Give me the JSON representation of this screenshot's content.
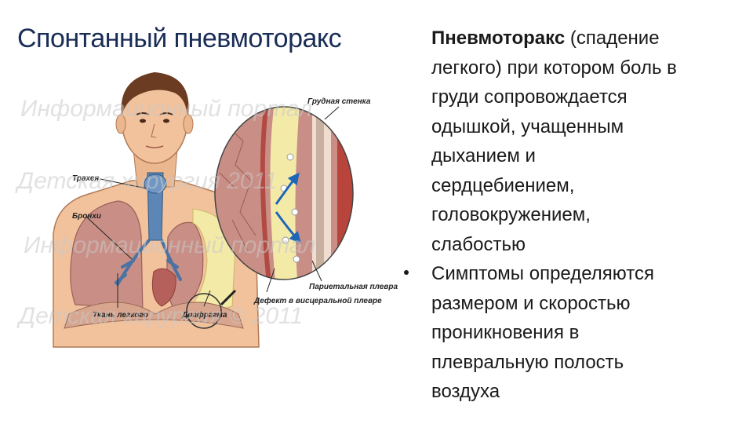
{
  "title": "Спонтанный пневмоторакс",
  "figure": {
    "labels": {
      "chest_wall": "Грудная стенка",
      "trachea": "Трахея",
      "bronchi": "Бронхи",
      "parietal_pleura": "Париетальная плевра",
      "visceral_defect": "Дефект в висцеральной плевре",
      "lung_tissue": "Ткань легкого",
      "diaphragm": "Диафрагма"
    },
    "watermark_lines": [
      "Информационный портал",
      "Детская хирургия 2011",
      "Информационный портал",
      "Детская хирургия © 2011"
    ]
  },
  "paragraphs": [
    {
      "bold": "Пневмоторакс",
      "rest_lines": [
        " (спадение",
        "легкого) при котором боль в",
        "груди сопровождается",
        "одышкой, учащенным",
        "дыханием и",
        "сердцебиением,",
        "головокружением,",
        "слабостью"
      ]
    },
    {
      "lines": [
        "Симптомы  определяются",
        "размером и скоростью",
        "проникновения в",
        "плевральную полость",
        "воздуха"
      ]
    }
  ],
  "colors": {
    "title": "#1a2d57",
    "skin": "#f2c29c",
    "lung": "#c98f86",
    "hair": "#6b3b22",
    "trachea": "#5c86b5",
    "arrow": "#1e66b8"
  }
}
